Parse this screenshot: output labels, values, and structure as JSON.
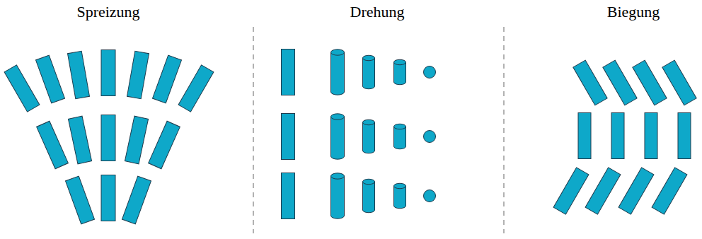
{
  "diagram": {
    "labels": [
      "Spreizung",
      "Drehung",
      "Biegung"
    ]
  }
}
